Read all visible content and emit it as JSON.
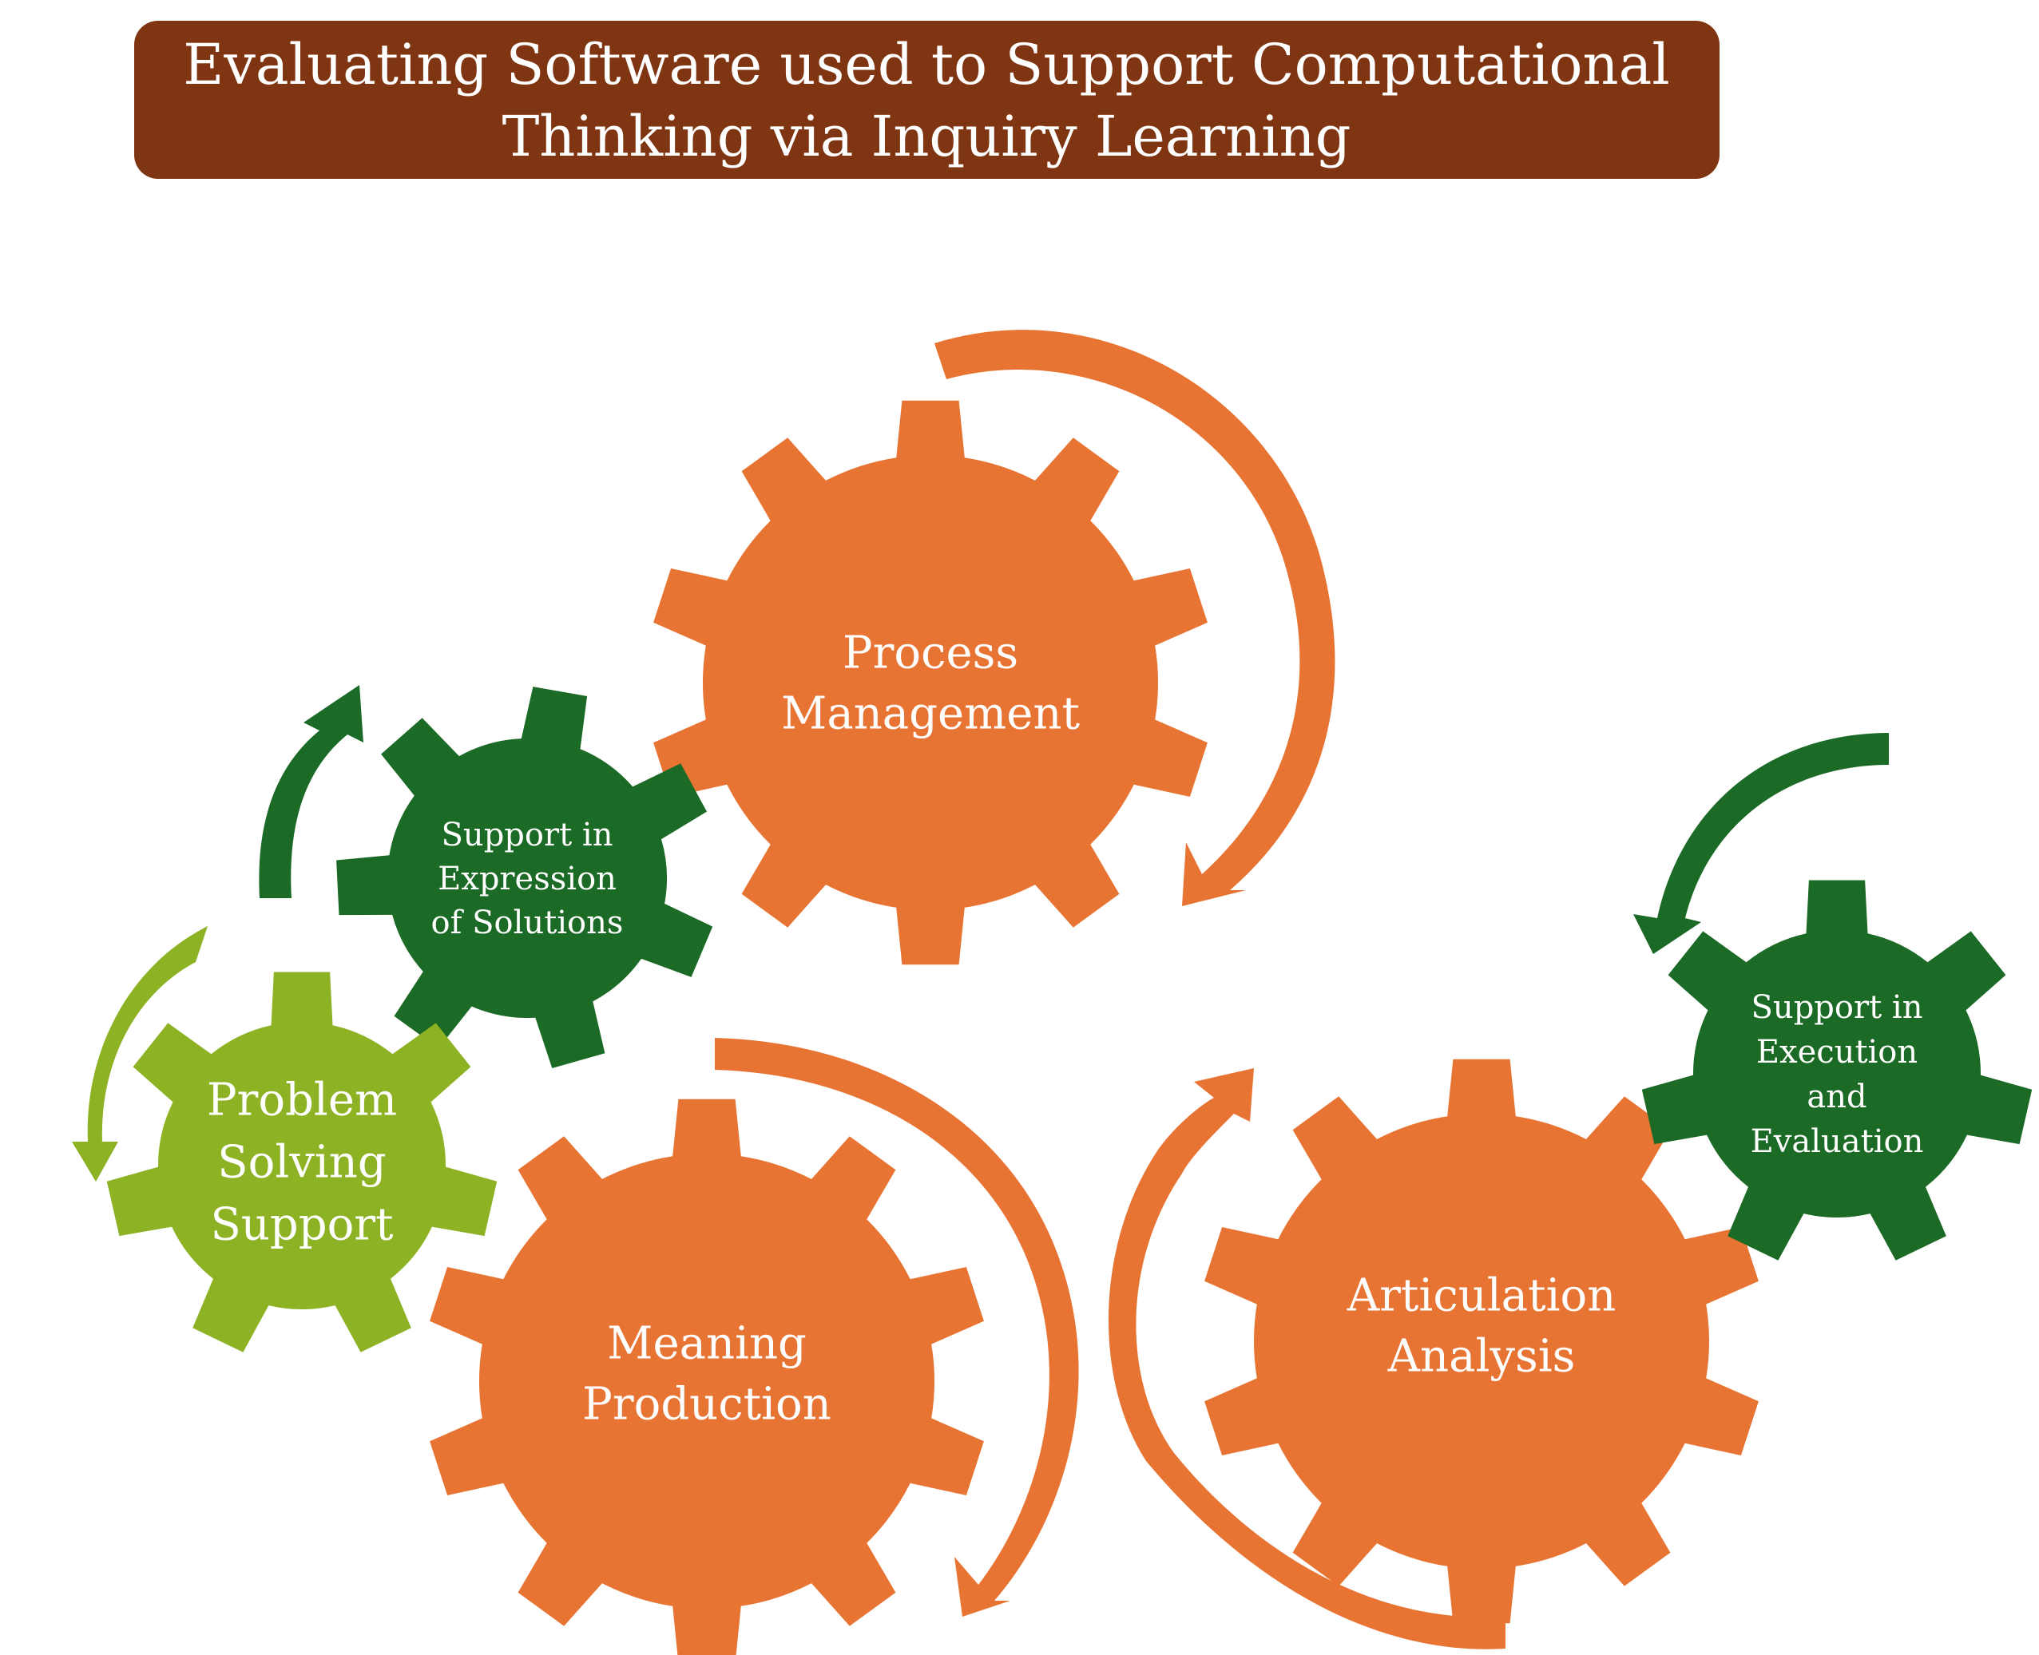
{
  "title": {
    "lines": [
      "Evaluating Software used to Support Computational",
      "Thinking via Inquiry Learning"
    ]
  },
  "colors": {
    "title_bg": "#7f3512",
    "orange": "#e87433",
    "dark_green": "#1b6a25",
    "light_green": "#8db224",
    "text": "#ffffff"
  },
  "gears": {
    "process_management": {
      "lines": [
        "Process",
        "Management"
      ],
      "color": "orange"
    },
    "meaning_production": {
      "lines": [
        "Meaning",
        "Production"
      ],
      "color": "orange"
    },
    "articulation_analysis": {
      "lines": [
        "Articulation",
        "Analysis"
      ],
      "color": "orange"
    },
    "support_expression": {
      "lines": [
        "Support in",
        "Expression",
        "of Solutions"
      ],
      "color": "dark_green"
    },
    "support_execution": {
      "lines": [
        "Support in",
        "Execution",
        "and",
        "Evaluation"
      ],
      "color": "dark_green"
    },
    "problem_solving": {
      "lines": [
        "Problem",
        "Solving",
        "Support"
      ],
      "color": "light_green"
    }
  }
}
